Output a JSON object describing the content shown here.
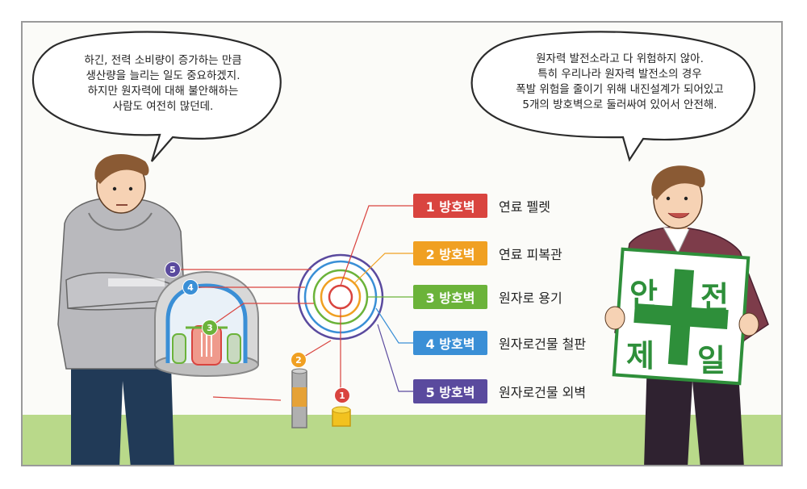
{
  "left_bubble": {
    "lines": [
      "하긴, 전력 소비량이 증가하는 만큼",
      "생산량을 늘리는 일도 중요하겠지.",
      "하지만 원자력에 대해 불안해하는",
      "사람도 여전히 많던데."
    ]
  },
  "right_bubble": {
    "lines": [
      "원자력 발전소라고 다 위험하지 않아.",
      "특히 우리나라 원자력 발전소의 경우",
      "폭발 위험을 줄이기 위해 내진설계가 되어있고",
      "5개의 방호벽으로 둘러싸여 있어서 안전해."
    ]
  },
  "barriers": [
    {
      "badge": "1 방호벽",
      "label": "연료 펠렛",
      "color": "#d9443f"
    },
    {
      "badge": "2 방호벽",
      "label": "연료 피복관",
      "color": "#f0a022"
    },
    {
      "badge": "3 방호벽",
      "label": "원자로 용기",
      "color": "#6bb33a"
    },
    {
      "badge": "4 방호벽",
      "label": "원자로건물 철판",
      "color": "#3a8fd6"
    },
    {
      "badge": "5 방호벽",
      "label": "원자로건물 외벽",
      "color": "#5a4a9e"
    }
  ],
  "markers": [
    "1",
    "2",
    "3",
    "4",
    "5"
  ],
  "sign": {
    "chars": [
      "안",
      "전",
      "제",
      "일"
    ],
    "color": "#2e8f3a"
  }
}
